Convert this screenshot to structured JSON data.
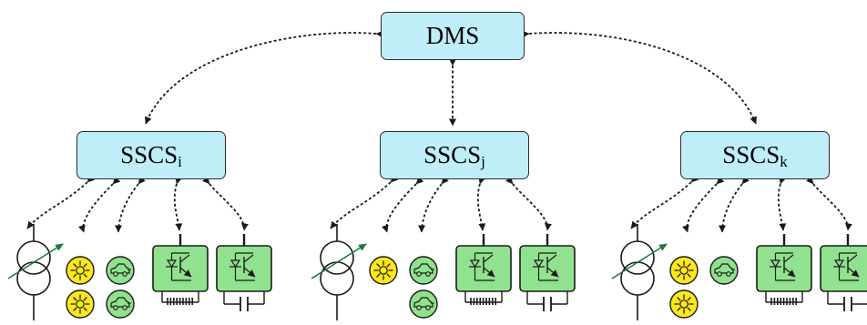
{
  "colors": {
    "controller_fill": "#bfeef8",
    "pv_fill": "#ffe81a",
    "green_fill": "#90e28e",
    "arrow_source": "#1f7a3a",
    "line": "#1a1a1a"
  },
  "dms": {
    "label": "DMS"
  },
  "controllers": [
    {
      "label": "SSCS",
      "subscript": "i"
    },
    {
      "label": "SSCS",
      "subscript": "j"
    },
    {
      "label": "SSCS",
      "subscript": "k"
    }
  ],
  "icons": {
    "controllable_source": "transformer-source-icon",
    "pv": "sun-icon",
    "ev": "car-icon",
    "storage": "converter-icon",
    "battery": "battery-icon"
  }
}
